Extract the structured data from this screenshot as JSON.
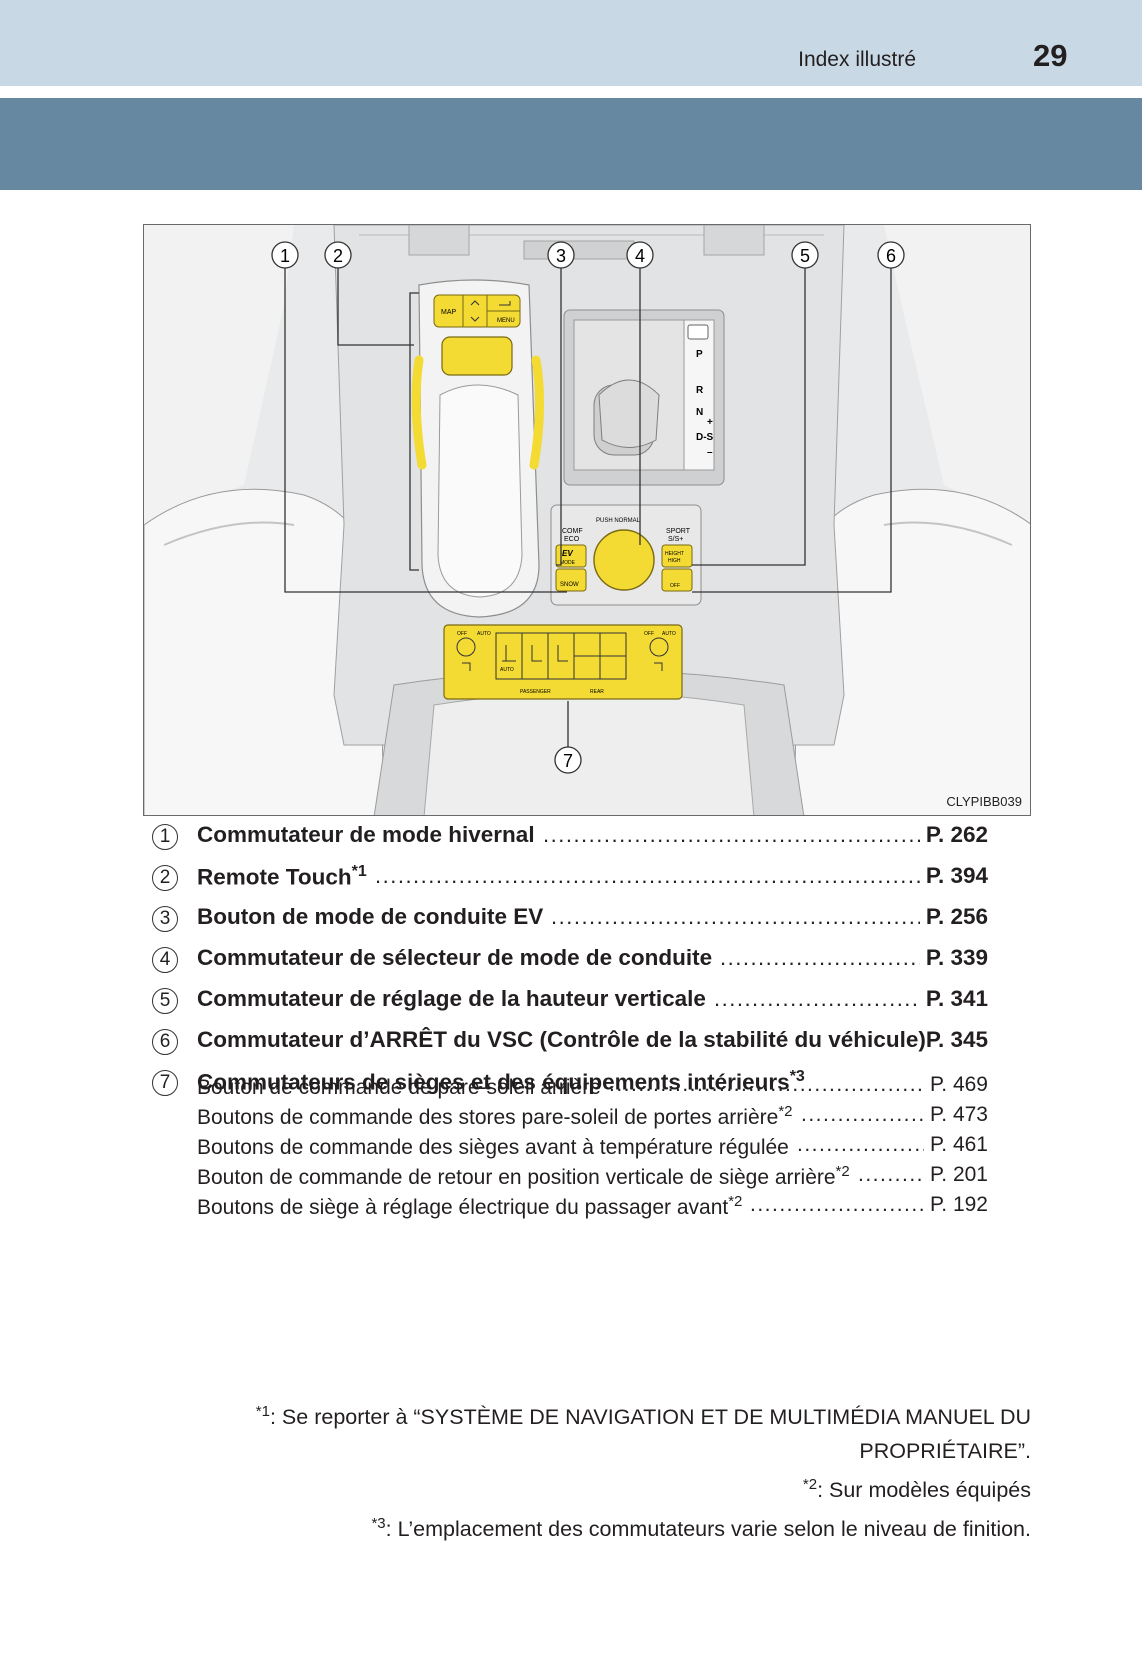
{
  "header": {
    "section_title": "Index illustré",
    "page_number": "29"
  },
  "figure": {
    "code": "CLYPIBB039",
    "callouts": [
      "1",
      "2",
      "3",
      "4",
      "5",
      "6",
      "7"
    ],
    "panel_labels": {
      "map": "MAP",
      "menu": "MENU",
      "gear_p": "P",
      "gear_r": "R",
      "gear_n": "N",
      "gear_plus": "+",
      "gear_ds": "D-S",
      "gear_minus": "–",
      "push_normal": "PUSH NORMAL",
      "comf": "COMF",
      "eco": "ECO",
      "sport": "SPORT",
      "sport_s": "S/S+",
      "ev": "EV",
      "ev_mode": "MODE",
      "snow": "SNOW",
      "height": "HEIGHT",
      "high": "HIGH",
      "off": "OFF",
      "off_left": "OFF",
      "auto_left": "AUTO",
      "off_right": "OFF",
      "auto_right": "AUTO",
      "auto_seat": "AUTO",
      "passenger": "PASSENGER",
      "rear": "REAR"
    },
    "colors": {
      "highlight": "#f3db34",
      "band_light": "#c8d8e4",
      "band_dark": "#6788a1"
    }
  },
  "items": [
    {
      "num": "1",
      "label": "Commutateur de mode hivernal",
      "sup": "",
      "page": "P. 262"
    },
    {
      "num": "2",
      "label": "Remote Touch",
      "sup": "*1",
      "page": "P. 394"
    },
    {
      "num": "3",
      "label": "Bouton de mode de conduite EV",
      "sup": "",
      "page": "P. 256"
    },
    {
      "num": "4",
      "label": "Commutateur de sélecteur de mode de conduite",
      "sup": "",
      "page": "P. 339"
    },
    {
      "num": "5",
      "label": "Commutateur de réglage de la hauteur verticale",
      "sup": "",
      "page": "P. 341"
    },
    {
      "num": "6",
      "label": "Commutateur d’ARRÊT du VSC (Contrôle de la stabilité du véhicule)",
      "sup": "",
      "page": "P. 345"
    }
  ],
  "item7": {
    "num": "7",
    "label": "Commutateurs de sièges et des équipements intérieurs",
    "sup": "*3",
    "subitems": [
      {
        "label": "Bouton de commande de pare-soleil arrière",
        "sup": "",
        "page": "P. 469"
      },
      {
        "label": "Boutons de commande des stores pare-soleil de portes arrière",
        "sup": "*2",
        "page": "P. 473"
      },
      {
        "label": "Boutons de commande des sièges avant à température régulée",
        "sup": "",
        "page": "P. 461"
      },
      {
        "label": "Bouton de commande de retour en position verticale de siège arrière",
        "sup": "*2",
        "page": "P. 201"
      },
      {
        "label": "Boutons de siège à réglage électrique du passager avant",
        "sup": "*2",
        "page": "P. 192"
      }
    ]
  },
  "footnotes": {
    "fn1_mark": "*1",
    "fn1_text": ": Se reporter à “SYSTÈME DE NAVIGATION ET DE MULTIMÉDIA MANUEL DU",
    "fn1_text_2": "PROPRIÉTAIRE”.",
    "fn2_mark": "*2",
    "fn2_text": ": Sur modèles équipés",
    "fn3_mark": "*3",
    "fn3_text": ": L’emplacement des commutateurs varie selon le niveau de finition."
  }
}
